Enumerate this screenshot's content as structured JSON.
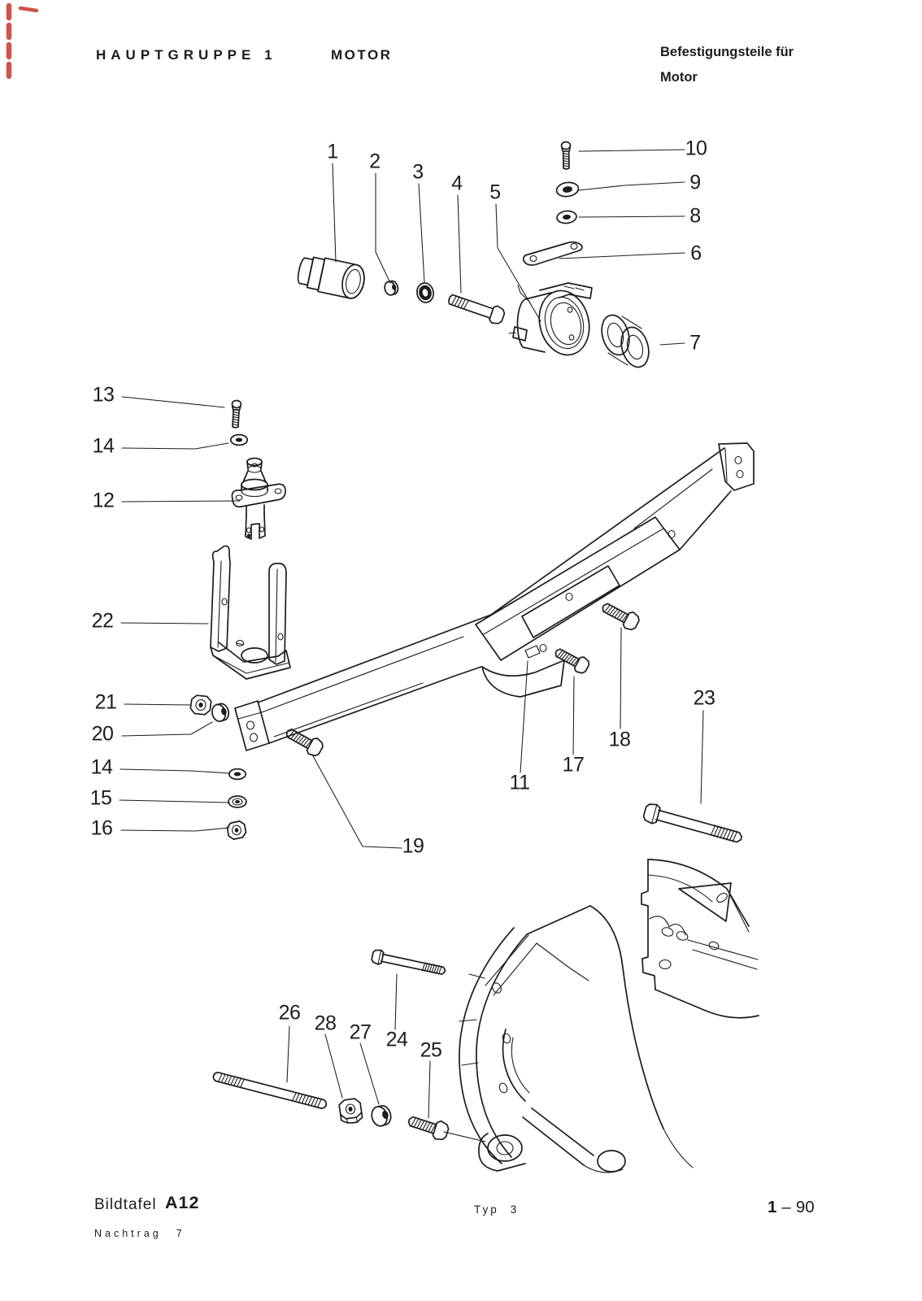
{
  "header": {
    "group_title": "HAUPTGRUPPE 1",
    "section_title": "MOTOR",
    "plate_title_line1": "Befestigungsteile für",
    "plate_title_line2": "Motor"
  },
  "diagram": {
    "callouts": [
      {
        "number": "1"
      },
      {
        "number": "2"
      },
      {
        "number": "3"
      },
      {
        "number": "4"
      },
      {
        "number": "5"
      },
      {
        "number": "10"
      },
      {
        "number": "9"
      },
      {
        "number": "8"
      },
      {
        "number": "6"
      },
      {
        "number": "7"
      },
      {
        "number": "13"
      },
      {
        "number": "14"
      },
      {
        "number": "12"
      },
      {
        "number": "22"
      },
      {
        "number": "21"
      },
      {
        "number": "20"
      },
      {
        "number": "14"
      },
      {
        "number": "15"
      },
      {
        "number": "16"
      },
      {
        "number": "19"
      },
      {
        "number": "11"
      },
      {
        "number": "17"
      },
      {
        "number": "18"
      },
      {
        "number": "23"
      },
      {
        "number": "26"
      },
      {
        "number": "28"
      },
      {
        "number": "27"
      },
      {
        "number": "24"
      },
      {
        "number": "25"
      }
    ]
  },
  "footer": {
    "plate_label": "Bildtafel",
    "plate_code": "A12",
    "supplement_label": "Nachtrag",
    "supplement_value": "7",
    "type_label": "Typ",
    "type_value": "3",
    "page_group": "1",
    "page_separator": "–",
    "page_number": "90"
  },
  "colors": {
    "ink": "#1c1c1c",
    "paper": "#ffffff",
    "red_annotation": "#c8372b"
  }
}
